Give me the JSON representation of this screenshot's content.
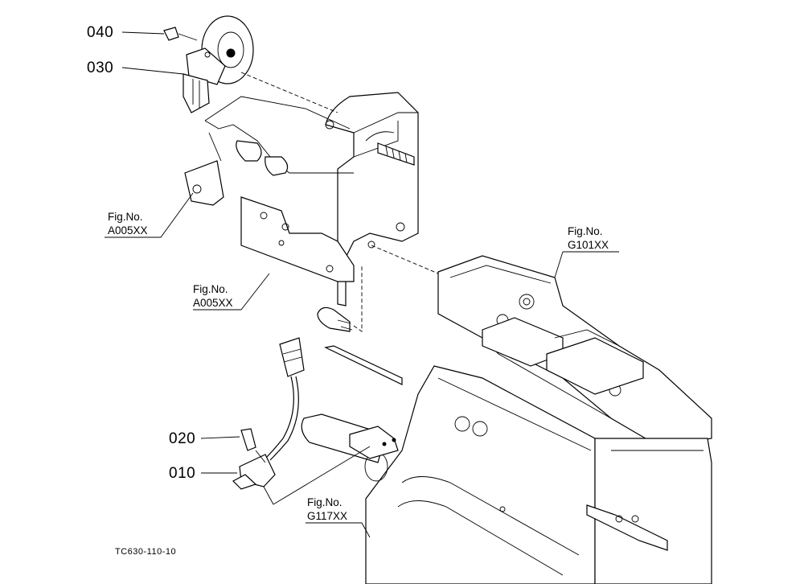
{
  "parts": {
    "p040": "040",
    "p030": "030",
    "p020": "020",
    "p010": "010"
  },
  "figrefs": {
    "a005_upper": {
      "line1": "Fig.No.",
      "line2": "A005XX"
    },
    "a005_lower": {
      "line1": "Fig.No.",
      "line2": "A005XX"
    },
    "g101": {
      "line1": "Fig.No.",
      "line2": "G101XX"
    },
    "g117": {
      "line1": "Fig.No.",
      "line2": "G117XX"
    }
  },
  "drawing_code": "TC630-110-10"
}
